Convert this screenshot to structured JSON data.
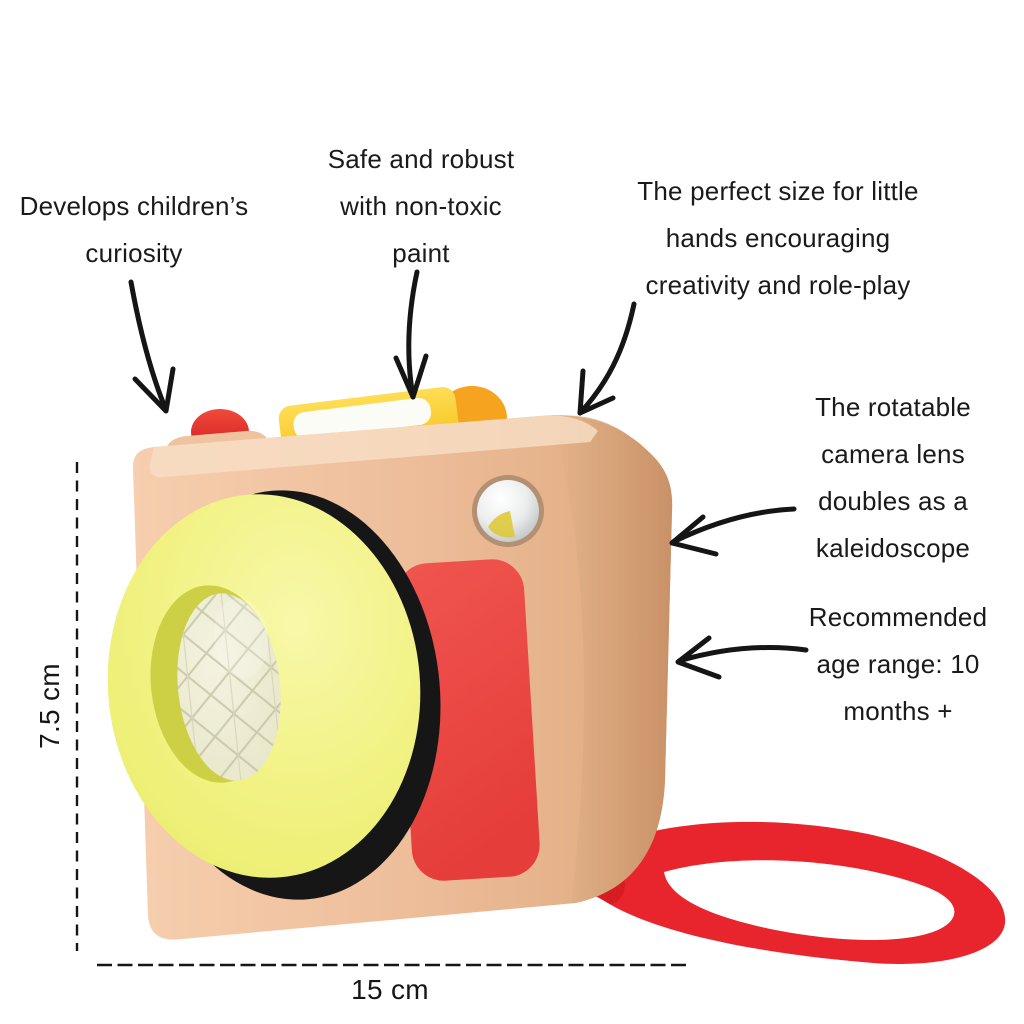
{
  "annotations": [
    {
      "id": "curiosity",
      "text": "Develops children’s\ncuriosity"
    },
    {
      "id": "safe_paint",
      "text": "Safe and robust\nwith non-toxic\npaint"
    },
    {
      "id": "perfect_size",
      "text": "The perfect size for little\nhands encouraging\ncreativity and role-play"
    },
    {
      "id": "kaleidoscope",
      "text": "The rotatable\ncamera lens\ndoubles as a\nkaleidoscope"
    },
    {
      "id": "age_range",
      "text": "Recommended\nage range: 10\nmonths +"
    }
  ],
  "dimensions": {
    "height_label": "7.5 cm",
    "width_label": "15 cm"
  },
  "colors": {
    "background": "#ffffff",
    "annotation_ink": "#151515",
    "wood_front": "#eebe9b",
    "wood_side": "#cf9a72",
    "lens_yellow": "#f0f07c",
    "lens_ring_black": "#161616",
    "lens_rim": "#cdd044",
    "crystal": "#e9e8cc",
    "viewfinder_yellow": "#f9cb2a",
    "viewfinder_cap_orange": "#f6a41f",
    "shutter_button_red": "#e0261f",
    "front_panel_red": "#ec4944",
    "strap_red": "#e8242c",
    "screw_silver": "#d9dcdd"
  }
}
